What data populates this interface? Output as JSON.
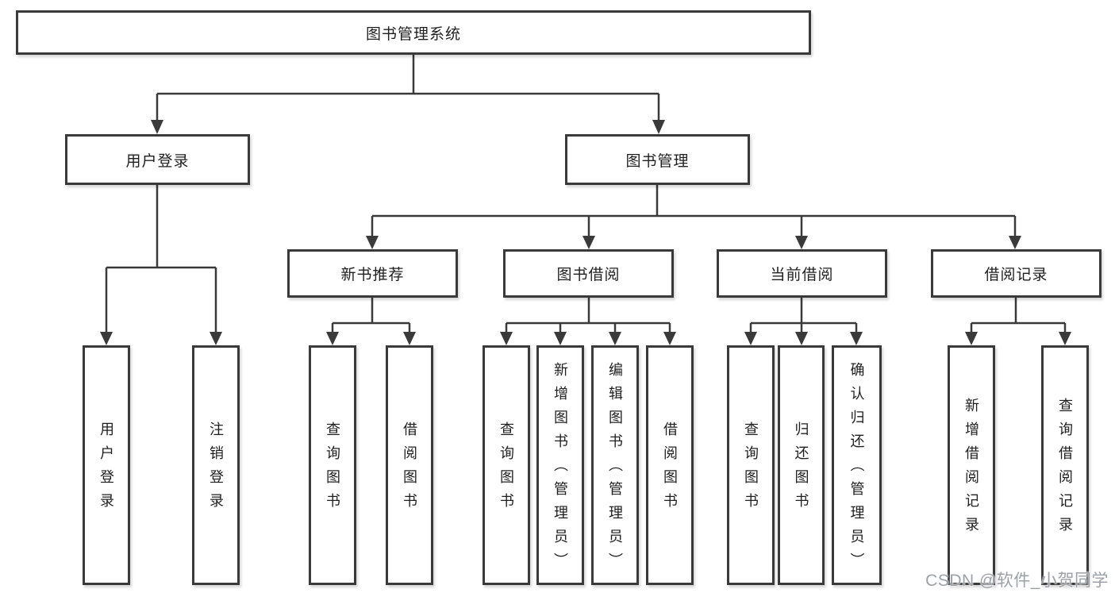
{
  "tree": {
    "root": "图书管理系统",
    "children": [
      {
        "label": "用户登录",
        "children": [
          "用户登录",
          "注销登录"
        ]
      },
      {
        "label": "图书管理",
        "children": [
          {
            "label": "新书推荐",
            "children": [
              "查询图书",
              "借阅图书"
            ]
          },
          {
            "label": "图书借阅",
            "children": [
              "查询图书",
              "新增图书（管理员）",
              "编辑图书（管理员）",
              "借阅图书"
            ]
          },
          {
            "label": "当前借阅",
            "children": [
              "查询图书",
              "归还图书",
              "确认归还（管理员）"
            ]
          },
          {
            "label": "借阅记录",
            "children": [
              "新增借阅记录",
              "查询借阅记录"
            ]
          }
        ]
      }
    ]
  },
  "watermark": {
    "text": "CSDN @软件_小贺同学"
  },
  "colors": {
    "line": "#3a3a3a",
    "border": "#3a3a3a",
    "text": "#1f1f1f",
    "background": "#ffffff",
    "watermark": "#9ba1a9"
  }
}
